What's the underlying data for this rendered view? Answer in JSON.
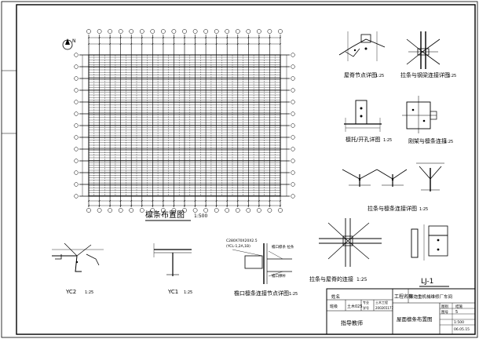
{
  "plan": {
    "north_label": "N",
    "title": "檩条布置图",
    "scale": "1:500",
    "grid_numbers": [
      "1",
      "2",
      "3",
      "4",
      "5",
      "6",
      "7",
      "8",
      "9",
      "10",
      "11",
      "12",
      "13",
      "14",
      "15",
      "16",
      "17",
      "18",
      "19"
    ],
    "grid_letters": [
      "A",
      "B",
      "C",
      "D",
      "E",
      "F",
      "G",
      "H",
      "J",
      "K",
      "L",
      "M",
      "N"
    ]
  },
  "details": {
    "ridge_node": {
      "label": "屋脊节点详图",
      "scale": "1:25"
    },
    "tie_steel_beam": {
      "label": "拉条与钢梁连接详图",
      "scale": "1:25"
    },
    "purlin_holes": {
      "label": "檩托/开孔详图",
      "scale": "1:25"
    },
    "frame_purlin": {
      "label": "刚架与檩条连接",
      "scale": "1:25"
    },
    "tie_purlin": {
      "label": "拉条与檩条连接详图",
      "scale": "1:25"
    },
    "tie_ridge": {
      "label": "拉条与屋脊的连接",
      "scale": "1:25"
    },
    "yc2": {
      "label": "YC2",
      "scale": "1:25"
    },
    "yc1": {
      "label": "YC1",
      "scale": "1:25"
    },
    "eave": {
      "label": "檐口檩条连接节点详图",
      "scale": "1:25",
      "notes": [
        "C280X70X20X2.5",
        "(YCL-1,2A,1B)",
        "檐口檩条 拉条",
        "檐口撑杆"
      ]
    },
    "lj1": {
      "label": "LJ-1"
    }
  },
  "title_block": {
    "project_label": "工程名称",
    "project_name": "某炮重机械维修厂车间",
    "drawing_name": "屋面檩条布置图",
    "student_label": "姓名",
    "class_label": "班级",
    "class_value": "土木025",
    "major_label": "专业",
    "major_value": "土木工程",
    "id_label": "学号",
    "id_value": "200265177",
    "advisor": "指导教师",
    "drawing_no_label": "图号",
    "drawing_no": "5",
    "type_label": "图别",
    "type_value": "结施",
    "scale_value": "1:500",
    "date_value": "06.05.15"
  }
}
